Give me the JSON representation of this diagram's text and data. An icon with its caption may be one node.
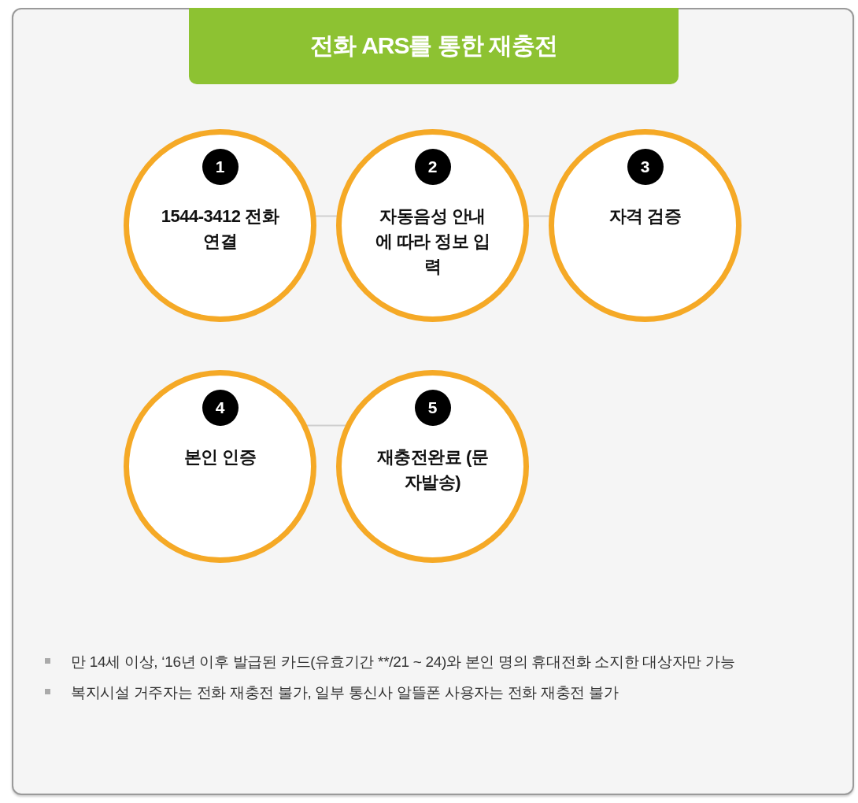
{
  "diagram": {
    "title": "전화 ARS를 통한 재충전",
    "nodes": [
      {
        "text": [
          "1",
          "1544-3412 전화연결"
        ]
      },
      {
        "text": [
          "2",
          "자동음성 안내에 따라 정보 입력"
        ]
      },
      {
        "text": [
          "3",
          "자격 검증"
        ]
      },
      {
        "text": [
          "4",
          "본인 인증"
        ]
      },
      {
        "text": [
          "5",
          "재충전완료 (문자발송)"
        ]
      }
    ],
    "edges": [
      {
        "from": 0,
        "to": 1,
        "arrow": "none"
      },
      {
        "from": 1,
        "to": 2,
        "arrow": "none"
      },
      {
        "from": 3,
        "to": 4,
        "arrow": "none"
      }
    ],
    "labels": [
      "만 14세 이상, ‘16년 이후 발급된 카드(유효기간 **/21 ~ 24)와 본인 명의 휴대전화 소지한 대상자만 가능",
      "복지시설 거주자는 전화 재충전 불가, 일부 통신사 알뜰폰 사용자는 전화 재충전 불가"
    ]
  }
}
